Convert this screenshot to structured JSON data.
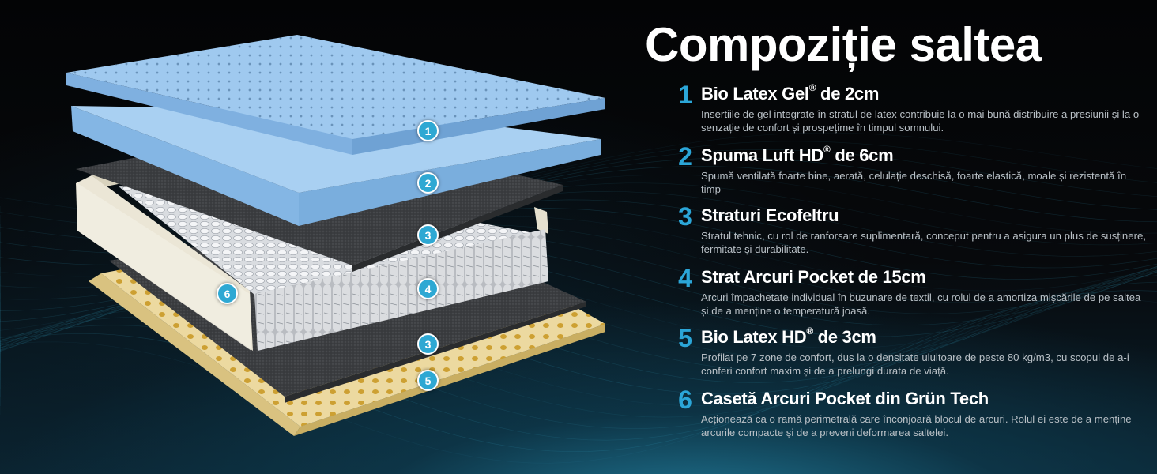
{
  "title": "Compoziție saltea",
  "layers": [
    {
      "number": "1",
      "name": "Bio Latex Gel",
      "mark": "®",
      "suffix": " de 2cm",
      "description": "Insertiile de gel integrate în stratul de latex contribuie la o mai bună distribuire a presiunii și la o senzație de confort și prospețime în timpul somnului."
    },
    {
      "number": "2",
      "name": "Spuma Luft HD",
      "mark": "®",
      "suffix": " de 6cm",
      "description": "Spumă ventilată foarte bine, aerată, celulație deschisă, foarte elastică, moale și rezistentă în timp"
    },
    {
      "number": "3",
      "name": "Straturi Ecofeltru",
      "mark": "",
      "suffix": "",
      "description": "Stratul tehnic, cu rol de ranforsare suplimentară, conceput pentru a asigura un plus de susținere, fermitate și durabilitate."
    },
    {
      "number": "4",
      "name": "Strat Arcuri Pocket de 15cm",
      "mark": "",
      "suffix": "",
      "description": "Arcuri împachetate individual în buzunare de textil, cu rolul de a amortiza mișcările de pe saltea și de a menține o temperatură joasă."
    },
    {
      "number": "5",
      "name": "Bio Latex HD",
      "mark": "®",
      "suffix": " de 3cm",
      "description": "Profilat pe 7 zone de confort, dus la o densitate uluitoare de peste 80 kg/m3, cu scopul de a-i conferi confort maxim și de a prelungi durata de viață."
    },
    {
      "number": "6",
      "name": "Casetă Arcuri Pocket din Grün Tech",
      "mark": "",
      "suffix": "",
      "description": "Acționează ca o ramă perimetrală care înconjoară blocul de arcuri. Rolul ei este de a menține arcurile compacte și de a preveni deformarea saltelei."
    }
  ],
  "badges": [
    "1",
    "2",
    "3",
    "4",
    "3",
    "5",
    "6"
  ],
  "colors": {
    "accent": "#2ba6d8",
    "gel_latex": "#9fc9ef",
    "felt": "#3d3f42",
    "latex_hd": "#ecd9a0",
    "frame": "#ebe6d6"
  }
}
